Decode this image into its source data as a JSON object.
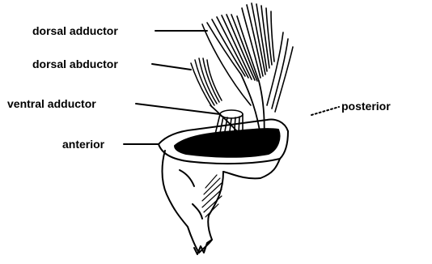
{
  "labels": {
    "dorsal_adductor": "dorsal adductor",
    "dorsal_abductor": "dorsal abductor",
    "ventral_adductor": "ventral adductor",
    "anterior": "anterior",
    "posterior": "posterior"
  },
  "colors": {
    "ink": "#000000",
    "paper": "#ffffff"
  }
}
